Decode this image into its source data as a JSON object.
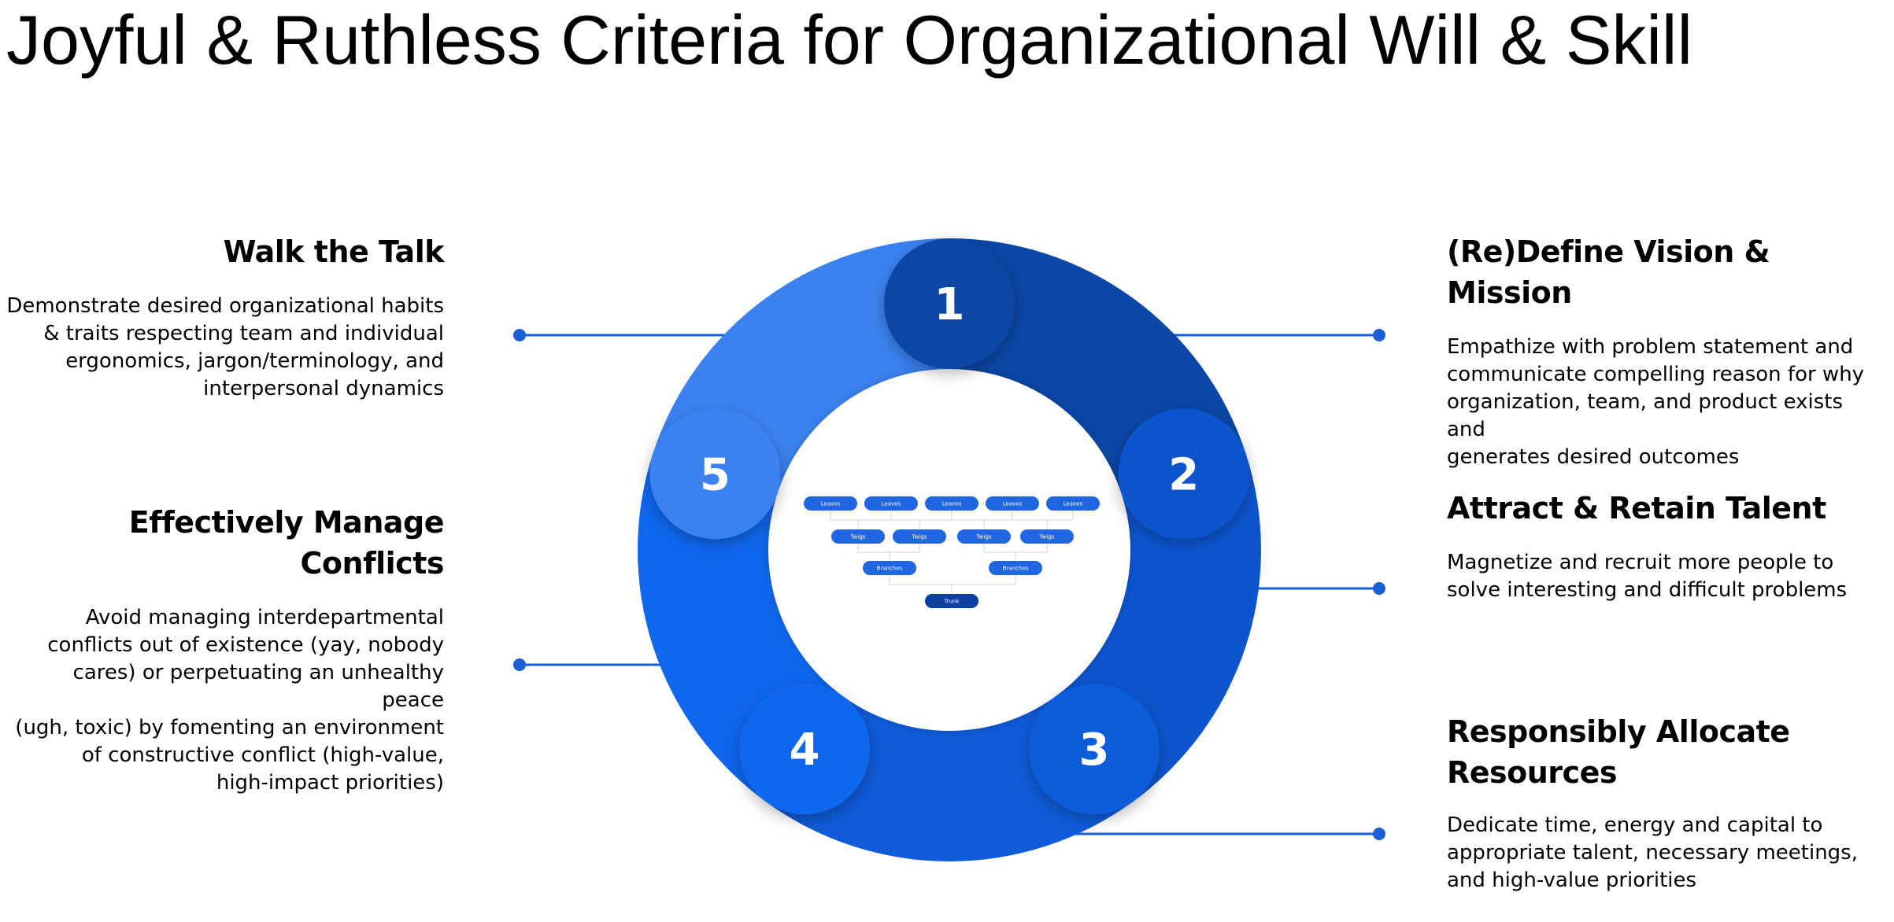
{
  "title": "Joyful & Ruthless Criteria for Organizational Will & Skill",
  "colors": {
    "segment1": "#0b47a6",
    "segment2": "#0d55cf",
    "segment3": "#0f5bd9",
    "segment4": "#0f67ee",
    "segment5": "#3b82f0",
    "line": "#1560d8",
    "dot": "#1a5fd3",
    "tree_node_light": "#1f66e0",
    "tree_node_dark": "#0c3f9e"
  },
  "segments": [
    {
      "number": "1",
      "heading": "(Re)Define Vision & Mission",
      "body": [
        "Empathize with problem statement and",
        "communicate compelling reason for why",
        "organization, team, and product exists and",
        "generates desired outcomes"
      ]
    },
    {
      "number": "2",
      "heading": "Attract & Retain Talent",
      "body": [
        "Magnetize and recruit more people to",
        "solve interesting and difficult problems"
      ]
    },
    {
      "number": "3",
      "heading": [
        "Responsibly Allocate",
        "Resources"
      ],
      "body": [
        "Dedicate time, energy and capital to",
        "appropriate talent, necessary meetings,",
        "and high-value priorities"
      ]
    },
    {
      "number": "4",
      "heading": [
        "Effectively Manage",
        "Conflicts"
      ],
      "body": [
        "Avoid managing interdepartmental",
        "conflicts out of existence (yay, nobody",
        "cares) or perpetuating an unhealthy peace",
        "(ugh, toxic) by fomenting an environment",
        "of constructive conflict (high-value,",
        "high-impact priorities)"
      ]
    },
    {
      "number": "5",
      "heading": "Walk the Talk",
      "body": [
        "Demonstrate desired organizational habits",
        "& traits respecting team and individual",
        "ergonomics, jargon/terminology, and",
        "interpersonal dynamics"
      ]
    }
  ],
  "tree": {
    "leaves": [
      "Leaves",
      "Leaves",
      "Leaves",
      "Leaves",
      "Leaves"
    ],
    "twigs": [
      "Twigs",
      "Twigs",
      "Twigs",
      "Twigs"
    ],
    "branches": [
      "Branches",
      "Branches"
    ],
    "trunk": "Trunk"
  }
}
